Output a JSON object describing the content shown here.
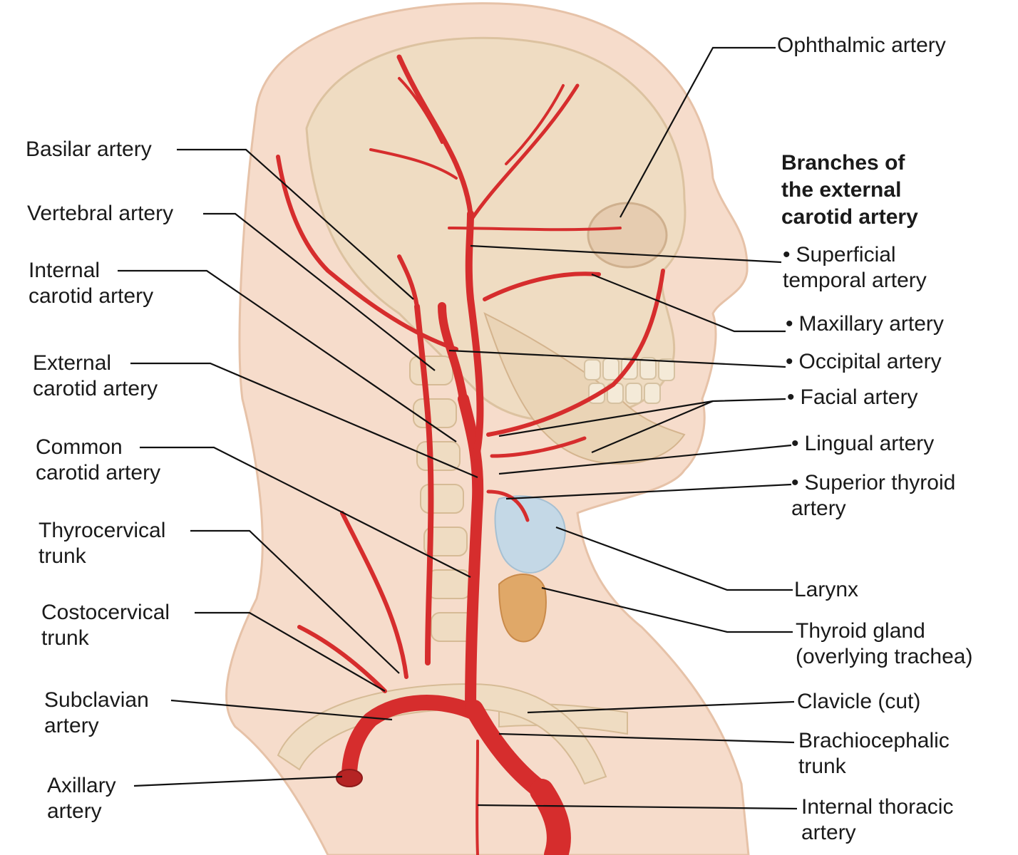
{
  "diagram": {
    "left_labels": [
      {
        "id": "basilar",
        "text": "Basilar artery"
      },
      {
        "id": "vertebral",
        "text": "Vertebral artery"
      },
      {
        "id": "internal_carotid",
        "text": "Internal\ncarotid artery"
      },
      {
        "id": "external_carotid",
        "text": "External\ncarotid artery"
      },
      {
        "id": "common_carotid",
        "text": "Common\ncarotid artery"
      },
      {
        "id": "thyrocervical",
        "text": "Thyrocervical\ntrunk"
      },
      {
        "id": "costocervical",
        "text": "Costocervical\ntrunk"
      },
      {
        "id": "subclavian",
        "text": "Subclavian\nartery"
      },
      {
        "id": "axillary",
        "text": "Axillary\nartery"
      }
    ],
    "right_labels": [
      {
        "id": "ophthalmic",
        "text": "Ophthalmic artery"
      },
      {
        "id": "larynx",
        "text": "Larynx"
      },
      {
        "id": "thyroid",
        "text": "Thyroid gland\n(overlying trachea)"
      },
      {
        "id": "clavicle",
        "text": "Clavicle (cut)"
      },
      {
        "id": "brachiocephalic",
        "text": "Brachiocephalic\ntrunk"
      },
      {
        "id": "internal_thoracic",
        "text": "Internal thoracic\nartery"
      }
    ],
    "external_carotid_branches": {
      "heading": "Branches of\nthe external\ncarotid artery",
      "items": [
        {
          "id": "superficial_temporal",
          "text": "Superficial\ntemporal artery"
        },
        {
          "id": "maxillary",
          "text": "Maxillary artery"
        },
        {
          "id": "occipital",
          "text": "Occipital artery"
        },
        {
          "id": "facial",
          "text": "Facial artery"
        },
        {
          "id": "lingual",
          "text": "Lingual artery"
        },
        {
          "id": "superior_thyroid",
          "text": "Superior thyroid\nartery"
        }
      ]
    }
  },
  "colors": {
    "skin": "#f6dccb",
    "bone": "#efdcc2",
    "artery": "#d62d2d",
    "larynx": "#c4d8e6",
    "thyroid": "#e0a868",
    "leader": "#111111"
  },
  "illustration": "head-neck-arteries-icon"
}
